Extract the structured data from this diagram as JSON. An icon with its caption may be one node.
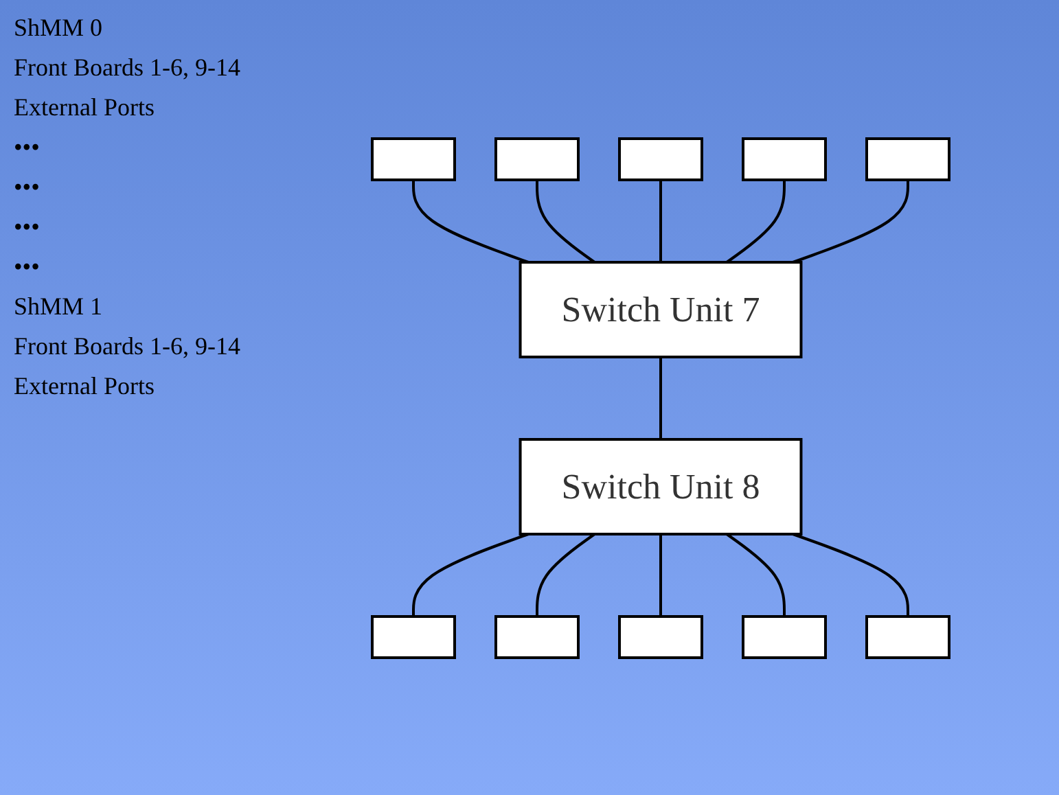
{
  "diagram": {
    "nodes": [
      {
        "text": [],
        "shape": "box"
      },
      {
        "text": [],
        "shape": "box"
      },
      {
        "text": [],
        "shape": "box"
      },
      {
        "text": [],
        "shape": "box"
      },
      {
        "text": [],
        "shape": "box"
      },
      {
        "text": [
          "Switch Unit 7"
        ]
      },
      {
        "text": [
          "Switch Unit 8"
        ]
      },
      {
        "text": [],
        "shape": "box"
      },
      {
        "text": [],
        "shape": "box"
      },
      {
        "text": [],
        "shape": "box"
      },
      {
        "text": [],
        "shape": "box"
      },
      {
        "text": [],
        "shape": "box"
      }
    ],
    "edges": [
      {
        "from": 0,
        "to": 5,
        "arrow": "none"
      },
      {
        "from": 1,
        "to": 5,
        "arrow": "none"
      },
      {
        "from": 2,
        "to": 5,
        "arrow": "none"
      },
      {
        "from": 3,
        "to": 5,
        "arrow": "none"
      },
      {
        "from": 4,
        "to": 5,
        "arrow": "none"
      },
      {
        "from": 5,
        "to": 6,
        "arrow": "none"
      },
      {
        "from": 6,
        "to": 7,
        "arrow": "none"
      },
      {
        "from": 6,
        "to": 8,
        "arrow": "none"
      },
      {
        "from": 6,
        "to": 9,
        "arrow": "none"
      },
      {
        "from": 6,
        "to": 10,
        "arrow": "none"
      },
      {
        "from": 6,
        "to": 11,
        "arrow": "none"
      }
    ],
    "labels": [
      "ShMM 0",
      "Front Boards 1-6, 9-14",
      "External Ports",
      "•••",
      "•••",
      "•••",
      "•••",
      "ShMM 1",
      "Front Boards 1-6, 9-14",
      "External Ports"
    ]
  }
}
